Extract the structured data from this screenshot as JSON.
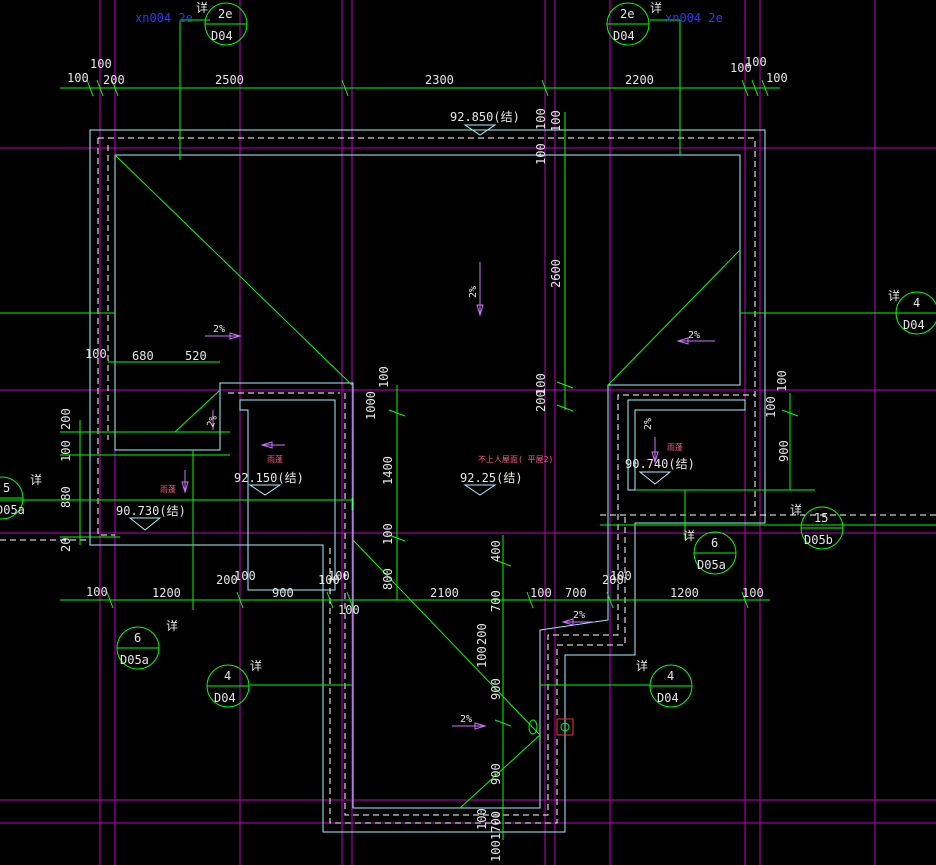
{
  "colors": {
    "background": "#000000",
    "axis": "#c000c0",
    "dimension": "#00ff00",
    "wall": "#9ff5ff",
    "text": "#e6e6e6",
    "slope_arrow": "#d070ff",
    "ref_text": "#3333ff",
    "note_text": "#ff5a8c",
    "marker": "#ff2a2a"
  },
  "ref_labels": {
    "top_left": "xn004 2e",
    "top_right": "xn004 2e"
  },
  "detail_tags": {
    "top_left": {
      "num": "2e",
      "sheet": "D04",
      "xiang": "详"
    },
    "top_right": {
      "num": "2e",
      "sheet": "D04",
      "xiang": "详"
    },
    "right_upper": {
      "num": "4",
      "sheet": "D04",
      "xiang": "详"
    },
    "left_mid": {
      "num": "5",
      "sheet": "D05a",
      "xiang": "详"
    },
    "right_15": {
      "num": "15",
      "sheet": "D05b",
      "xiang": "详"
    },
    "right_6": {
      "num": "6",
      "sheet": "D05a",
      "xiang": "详"
    },
    "left_6": {
      "num": "6",
      "sheet": "D05a",
      "xiang": "详"
    },
    "bottom_left4": {
      "num": "4",
      "sheet": "D04",
      "xiang": "详"
    },
    "bottom_right4": {
      "num": "4",
      "sheet": "D04",
      "xiang": "详"
    }
  },
  "top_dims": {
    "d100_left_upper": "100",
    "d100_left": "100",
    "d200_left": "200",
    "d2500": "2500",
    "d2300": "2300",
    "d2200": "2200",
    "d100_right_a": "100",
    "d100_right_b": "100",
    "d100_right_c": "100"
  },
  "bottom_dims": {
    "d100_a": "100",
    "d1200_a": "1200",
    "d200": "200",
    "d100_b": "100",
    "d900": "900",
    "d100_c": "100",
    "d100_d": "100",
    "d100_e": "100",
    "d2100": "2100",
    "d100_f": "100",
    "d700": "700",
    "d200_b": "200",
    "d100_g": "100",
    "d1200_b": "1200",
    "d100_h": "100"
  },
  "inner_dims": {
    "d680": "680",
    "d520": "520",
    "d100_left": "100",
    "v200_left": "200",
    "v100_left": "100",
    "v880": "880",
    "v20": "20",
    "v100_top_a": "100",
    "v100_top_b": "100",
    "v100_c1": "100",
    "v2600": "2600",
    "v200_c": "200",
    "v100_c2": "100",
    "v100_m1": "100",
    "v1000": "1000",
    "v1400": "1400",
    "v100_m2": "100",
    "v800": "800",
    "v400": "400",
    "v700": "700",
    "v200_b": "200",
    "v100_b1": "100",
    "v900_b": "900",
    "v900_b2": "900",
    "v100_b2": "100",
    "v1700": "1700",
    "v100_b3": "100",
    "v100_r": "100",
    "v100_r2": "100",
    "v900_r": "900"
  },
  "levels": {
    "top": "92.850(结)",
    "mid": "92.25(结)",
    "left_room": "92.150(结)",
    "left_low": "90.730(结)",
    "right_room": "90.740(结)"
  },
  "notes": {
    "roof": "不上人屋面( 平屋2)",
    "canopy_left": "雨蓬",
    "canopy_mid": "雨蓬",
    "canopy_right": "雨蓬"
  },
  "slopes": {
    "s1": "2%",
    "s2": "2%",
    "s3": "2%",
    "s4": "2%",
    "s5": "2%",
    "s6": "2%",
    "s7": "2%"
  }
}
